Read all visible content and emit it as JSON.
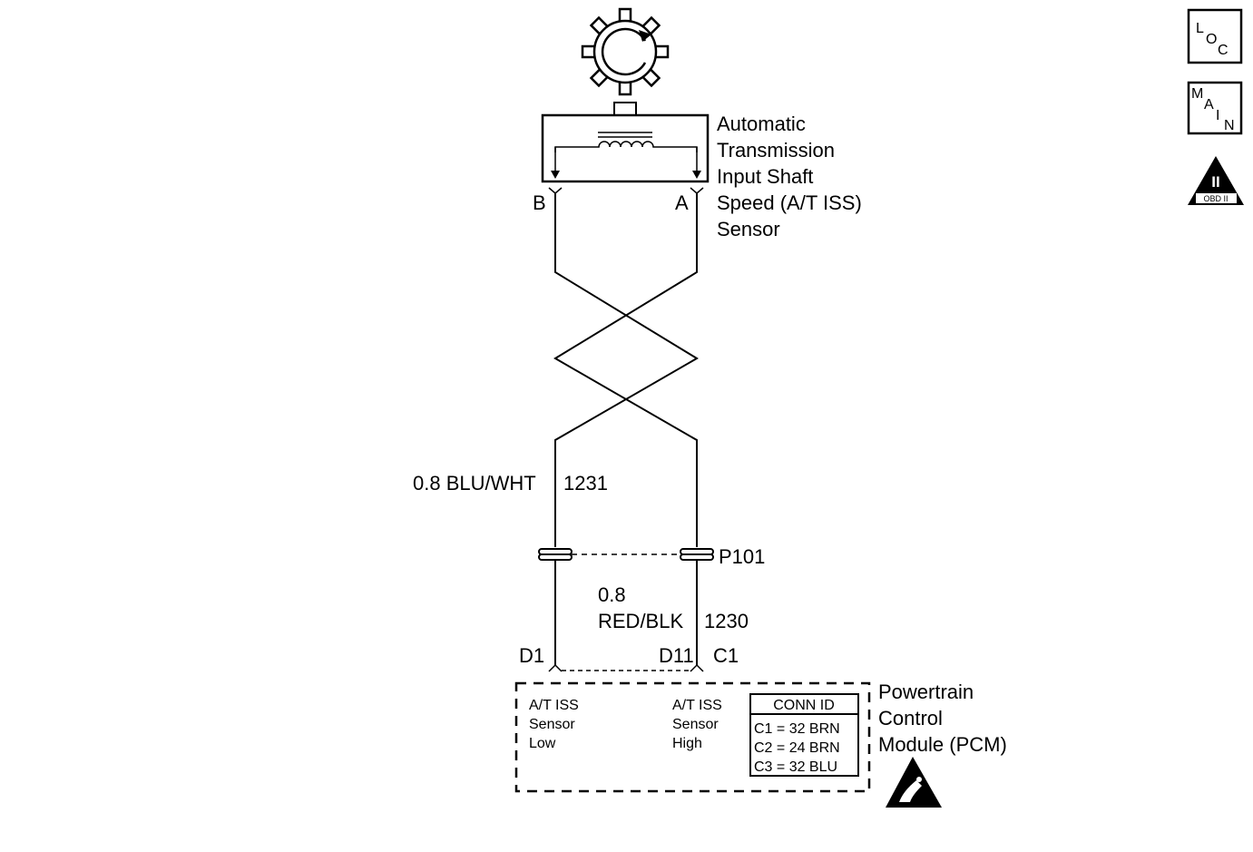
{
  "sensor": {
    "name_lines": [
      "Automatic",
      "Transmission",
      "Input Shaft",
      "Speed (A/T ISS)",
      "Sensor"
    ],
    "pin_b": "B",
    "pin_a": "A"
  },
  "wires": {
    "left_wire_label": "0.8 BLU/WHT",
    "left_circuit": "1231",
    "right_gauge": "0.8",
    "right_color": "RED/BLK",
    "right_circuit": "1230"
  },
  "connector": {
    "name": "P101"
  },
  "pcm_pins": {
    "left": "D1",
    "right": "D11",
    "conn": "C1"
  },
  "pcm": {
    "name_lines": [
      "Powertrain",
      "Control",
      "Module (PCM)"
    ],
    "low_label": [
      "A/T ISS",
      "Sensor",
      "Low"
    ],
    "high_label": [
      "A/T ISS",
      "Sensor",
      "High"
    ],
    "conn_id": {
      "title": "CONN ID",
      "rows": [
        "C1 = 32 BRN",
        "C2 = 24 BRN",
        "C3 = 32 BLU"
      ]
    }
  },
  "nav": {
    "loc": {
      "letters": [
        "L",
        "O",
        "C"
      ]
    },
    "main": {
      "letters": [
        "M",
        "A",
        "I",
        "N"
      ]
    },
    "obd": {
      "numeral": "II",
      "caption": "OBD II"
    }
  }
}
